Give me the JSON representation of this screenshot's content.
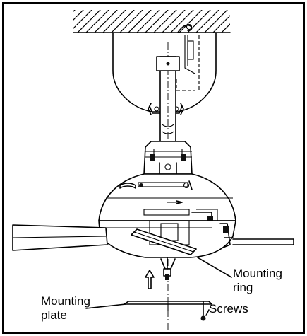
{
  "labels": {
    "mounting_ring_line1": "Mounting",
    "mounting_ring_line2": "ring",
    "mounting_plate_line1": "Mounting",
    "mounting_plate_line2": "plate",
    "screws": "Screws"
  },
  "colors": {
    "stroke": "#000000",
    "background": "#ffffff"
  },
  "icons": {
    "install_direction": "arrow-up-icon"
  }
}
